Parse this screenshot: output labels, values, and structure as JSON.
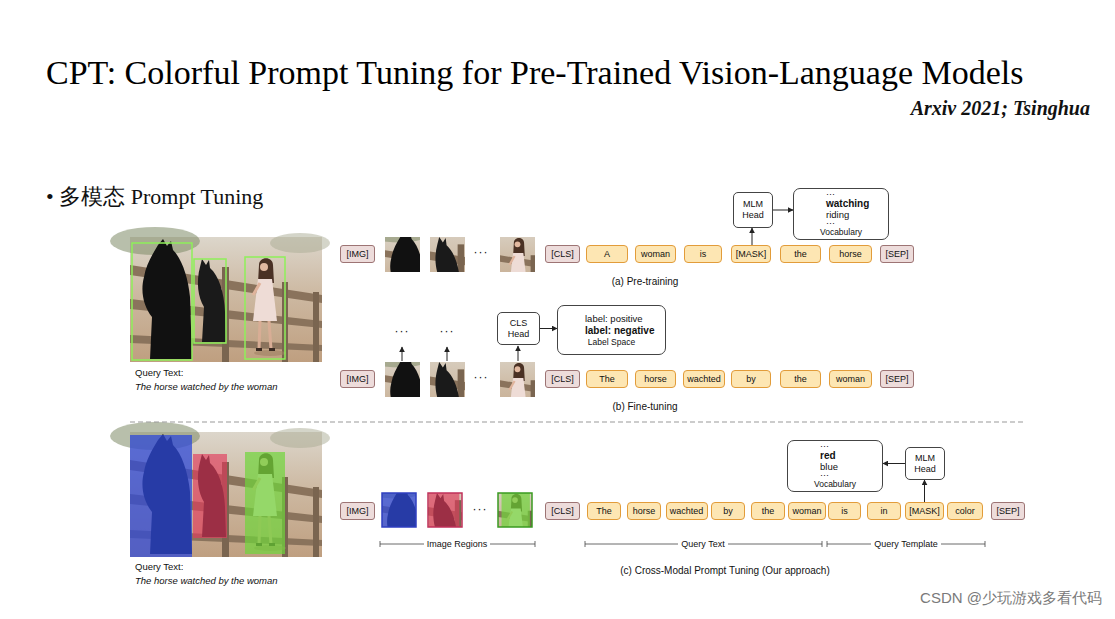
{
  "diagram": {
    "title": "CPT: Colorful Prompt Tuning for Pre-Trained Vision-Language Models",
    "nodes": [
      {
        "text": [
          "MLM Head"
        ]
      },
      {
        "text": [
          "···",
          "watching",
          "riding",
          "···",
          "Vocabulary"
        ]
      },
      {
        "text": [
          "[IMG]"
        ]
      },
      {
        "text": [
          "[CLS]"
        ]
      },
      {
        "text": [
          "A"
        ]
      },
      {
        "text": [
          "woman"
        ]
      },
      {
        "text": [
          "is"
        ]
      },
      {
        "text": [
          "[MASK]"
        ]
      },
      {
        "text": [
          "the"
        ]
      },
      {
        "text": [
          "horse"
        ]
      },
      {
        "text": [
          "[SEP]"
        ]
      },
      {
        "text": [
          "CLS Head"
        ]
      },
      {
        "text": [
          "label: positive",
          "label: negative",
          "Label Space"
        ]
      },
      {
        "text": [
          "[IMG]"
        ]
      },
      {
        "text": [
          "[CLS]"
        ]
      },
      {
        "text": [
          "The"
        ]
      },
      {
        "text": [
          "horse"
        ]
      },
      {
        "text": [
          "wachted"
        ]
      },
      {
        "text": [
          "by"
        ]
      },
      {
        "text": [
          "the"
        ]
      },
      {
        "text": [
          "woman"
        ]
      },
      {
        "text": [
          "[SEP]"
        ]
      },
      {
        "text": [
          "···",
          "red",
          "blue",
          "···",
          "Vocabulary"
        ]
      },
      {
        "text": [
          "MLM Head"
        ]
      },
      {
        "text": [
          "[IMG]"
        ]
      },
      {
        "text": [
          "[CLS]"
        ]
      },
      {
        "text": [
          "The"
        ]
      },
      {
        "text": [
          "horse"
        ]
      },
      {
        "text": [
          "wachted"
        ]
      },
      {
        "text": [
          "by"
        ]
      },
      {
        "text": [
          "the"
        ]
      },
      {
        "text": [
          "woman"
        ]
      },
      {
        "text": [
          "is"
        ]
      },
      {
        "text": [
          "in"
        ]
      },
      {
        "text": [
          "[MASK]"
        ]
      },
      {
        "text": [
          "color"
        ]
      },
      {
        "text": [
          "[SEP]"
        ]
      }
    ],
    "edges": [
      {
        "from": 7,
        "to": 0,
        "arrow": "to"
      },
      {
        "from": 0,
        "to": 1,
        "arrow": "to"
      },
      {
        "from": 11,
        "to": 12,
        "arrow": "to"
      },
      {
        "from": 34,
        "to": 23,
        "arrow": "to"
      },
      {
        "from": 23,
        "to": 22,
        "arrow": "to"
      }
    ],
    "labels": [
      "Arxiv 2021; Tsinghua",
      "• 多模态 Prompt Tuning",
      "···",
      "(a) Pre-training",
      "Query Text:",
      "The horse watched by the woman",
      "···",
      "···",
      "···",
      "(b) Fine-tuning",
      "···",
      "Query Text:",
      "The horse watched by the woman",
      "Image Regions",
      "Query Text",
      "Query Template",
      "(c) Cross-Modal Prompt Tuning (Our approach)",
      "CSDN @少玩游戏多看代码"
    ]
  }
}
